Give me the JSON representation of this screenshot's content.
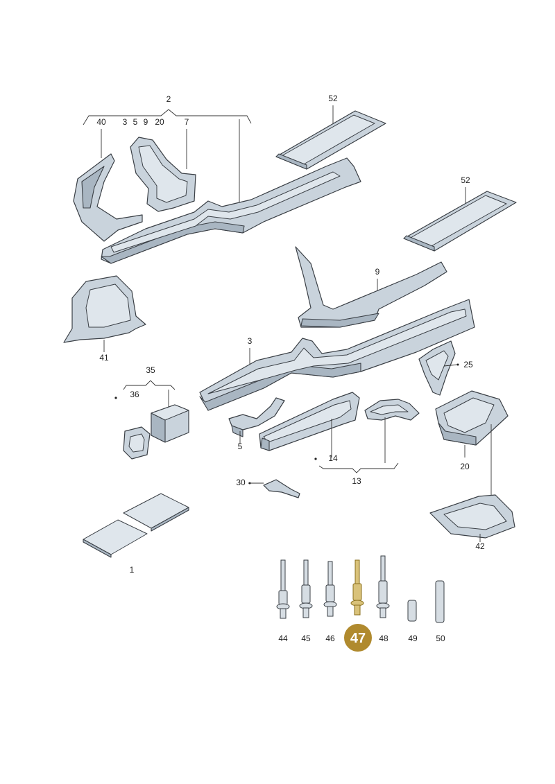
{
  "labels": {
    "l2": "2",
    "l40": "40",
    "l3a": "3",
    "l5a": "5",
    "l9a": "9",
    "l20a": "20",
    "l7": "7",
    "l52a": "52",
    "l52b": "52",
    "l9": "9",
    "l41": "41",
    "l3": "3",
    "l25": "25",
    "l35": "35",
    "l36": "36",
    "l5": "5",
    "l14": "14",
    "l13": "13",
    "l20": "20",
    "l30": "30",
    "l1": "1",
    "l42": "42",
    "l44": "44",
    "l45": "45",
    "l46": "46",
    "l48": "48",
    "l49": "49",
    "l50": "50"
  },
  "highlight": {
    "part_number": "47",
    "color": "#b08a2e"
  },
  "colors": {
    "part_fill": "#c9d3dc",
    "outline": "#3a3f45"
  }
}
